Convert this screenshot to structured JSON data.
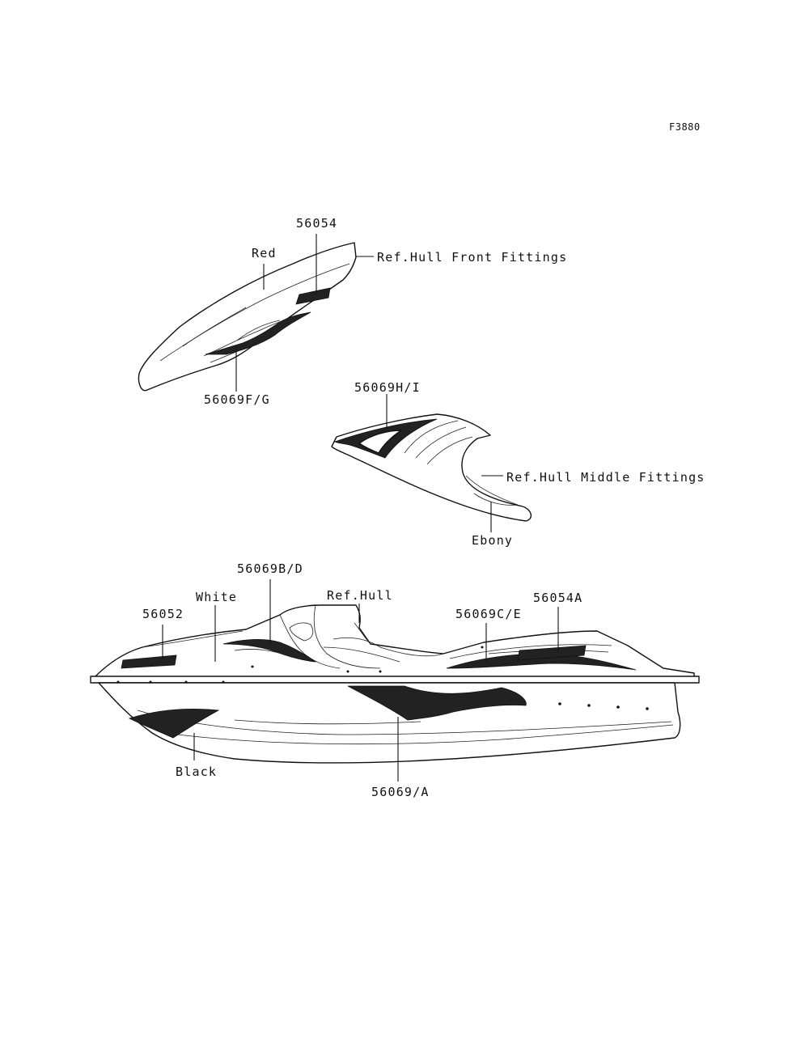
{
  "figure_code": "F3880",
  "labels": {
    "p56054": "56054",
    "red": "Red",
    "ref_front": "Ref.Hull Front Fittings",
    "p56069fg": "56069F/G",
    "p56069hi": "56069H/I",
    "ref_middle": "Ref.Hull Middle Fittings",
    "ebony": "Ebony",
    "p56069bd": "56069B/D",
    "ref_hull": "Ref.Hull",
    "white": "White",
    "p56052": "56052",
    "p56069ce": "56069C/E",
    "p56054a": "56054A",
    "black": "Black",
    "p56069a": "56069/A"
  }
}
